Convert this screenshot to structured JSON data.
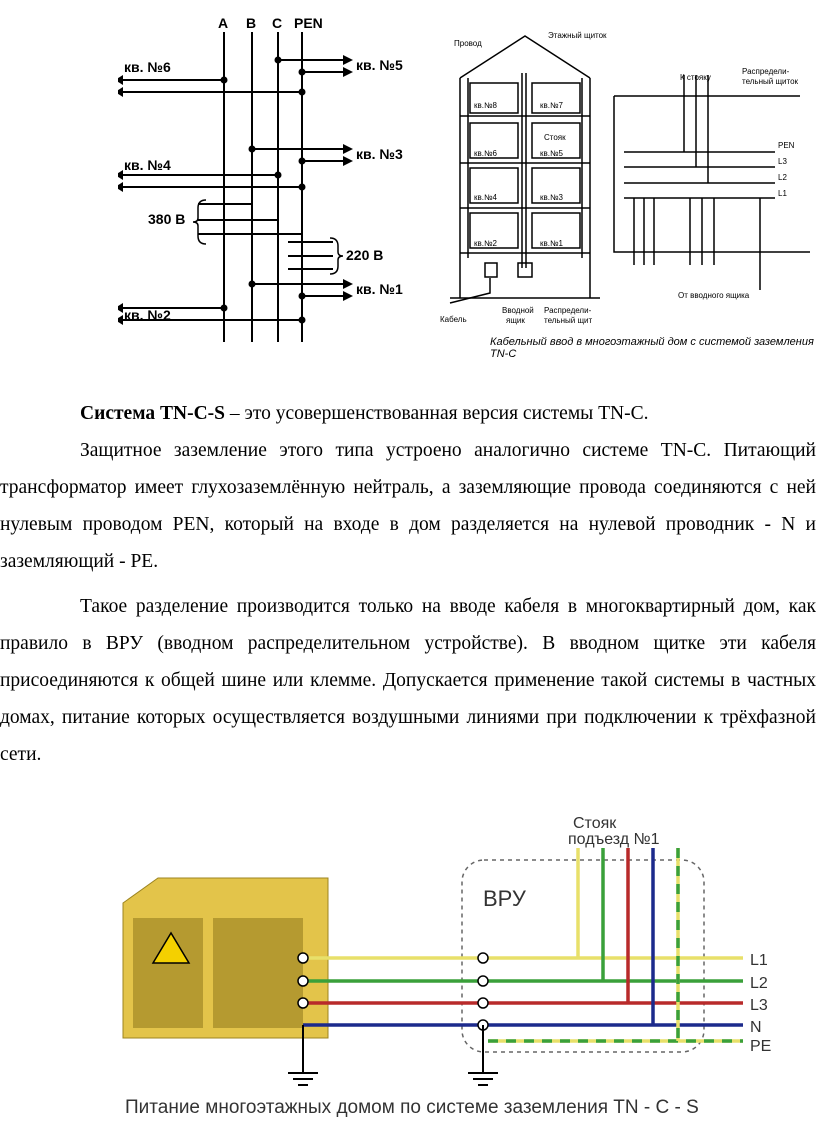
{
  "diagram1": {
    "buses": [
      "A",
      "B",
      "C",
      "PEN"
    ],
    "labels": {
      "kv5": "кв. №5",
      "kv6": "кв. №6",
      "kv3": "кв. №3",
      "kv4": "кв. №4",
      "v380": "380 В",
      "v220": "220 В",
      "kv1": "кв. №1",
      "kv2": "кв. №2"
    }
  },
  "diagram2": {
    "wire": "Провод",
    "floor_panel": "Этажный щиток",
    "riser": "Стояк",
    "cable": "Кабель",
    "input_box": [
      "Вводной",
      "ящик"
    ],
    "dist_panel": [
      "Распредели-",
      "тельный щит"
    ],
    "flats": [
      "кв.№8",
      "кв.№7",
      "кв.№6",
      "кв.№5",
      "кв.№4",
      "кв.№3",
      "кв.№2",
      "кв.№1"
    ],
    "caption": "Кабельный ввод в многоэтажный дом с системой заземления TN-C"
  },
  "diagram3": {
    "to_riser": "К стояку",
    "dist_board": [
      "Распредели-",
      "тельный щиток"
    ],
    "lines": [
      "PEN",
      "L3",
      "L2",
      "L1"
    ],
    "from_input": "От вводного ящика"
  },
  "text": {
    "title_bold": "Система TN-C-S",
    "title_rest": " – это усовершенствованная версия системы TN-C.",
    "p1": "Защитное заземление этого типа устроено аналогично системе TN-C. Питающий трансформатор имеет глухозаземлённую нейтраль, а заземляющие провода соединяются с ней нулевым проводом PEN, который на входе в дом разделяется на нулевой проводник - N и заземляющий - PE.",
    "p2": "Такое разделение производится только на вводе кабеля в многоквартирный дом, как правило в ВРУ (вводном распределительном устройстве). В вводном щитке эти кабеля присоединяются к общей шине или клемме. Допускается применение такой системы в частных домах, питание которых осуществляется воздушными линиями при подключении к трёхфазной сети."
  },
  "diagram4": {
    "riser": [
      "Стояк",
      "подъезд №1"
    ],
    "vru": "ВРУ",
    "lines": [
      "L1",
      "L2",
      "L3",
      "N",
      "PE"
    ],
    "colors": {
      "L1": "#e8e06a",
      "L2": "#3aa03a",
      "L3": "#b82a2a",
      "N": "#1c2a8c",
      "PE_a": "#e8e06a",
      "PE_b": "#3aa03a",
      "cabinet": "#e3c44a"
    },
    "caption": "Питание многоэтажных домом по системе заземления TN - C - S"
  }
}
